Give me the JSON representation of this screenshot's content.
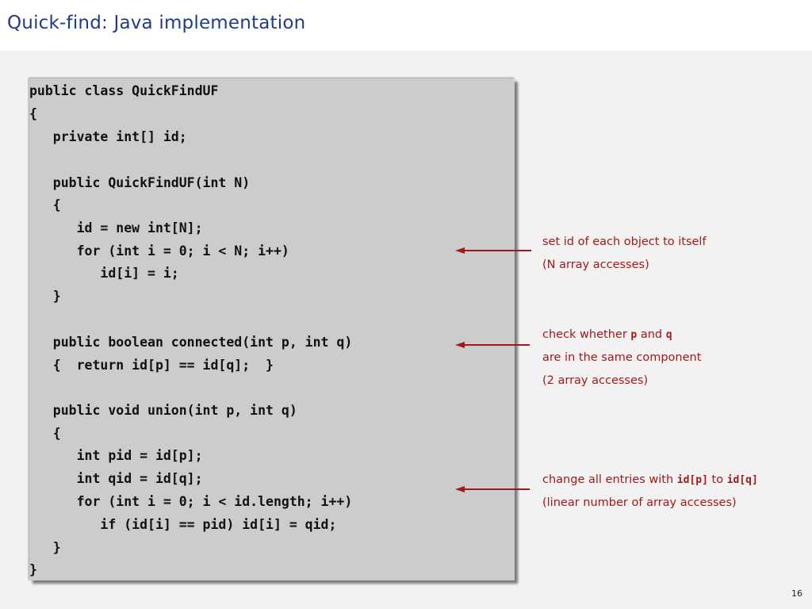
{
  "slide": {
    "title": "Quick-find:  Java implementation",
    "page_number": "16"
  },
  "code": {
    "lines": [
      "public class QuickFindUF",
      "{",
      "   private int[] id;",
      "",
      "   public QuickFindUF(int N)",
      "   {",
      "      id = new int[N];",
      "      for (int i = 0; i < N; i++)",
      "         id[i] = i;",
      "   }",
      "",
      "   public boolean connected(int p, int q)",
      "   {  return id[p] == id[q];  }",
      "",
      "   public void union(int p, int q)",
      "   {",
      "      int pid = id[p];",
      "      int qid = id[q];",
      "      for (int i = 0; i < id.length; i++)",
      "         if (id[i] == pid) id[i] = qid;",
      "   }",
      "}"
    ]
  },
  "annotations": {
    "init": {
      "line1": "set id of each object to itself",
      "line2": "(N array accesses)"
    },
    "connected": {
      "line1_prefix": "check whether ",
      "p": "p",
      "and": " and ",
      "q": "q",
      "line2": "are in the same component",
      "line3": "(2 array accesses)"
    },
    "union": {
      "line1_prefix": "change all entries with ",
      "idp": "id[p]",
      "to": " to ",
      "idq": "id[q]",
      "line2": "(linear number of array accesses)"
    }
  },
  "colors": {
    "title": "#1f3c8a",
    "annotation": "#a31818",
    "code_background": "#cccccc",
    "page_background": "#f2f2f2"
  }
}
